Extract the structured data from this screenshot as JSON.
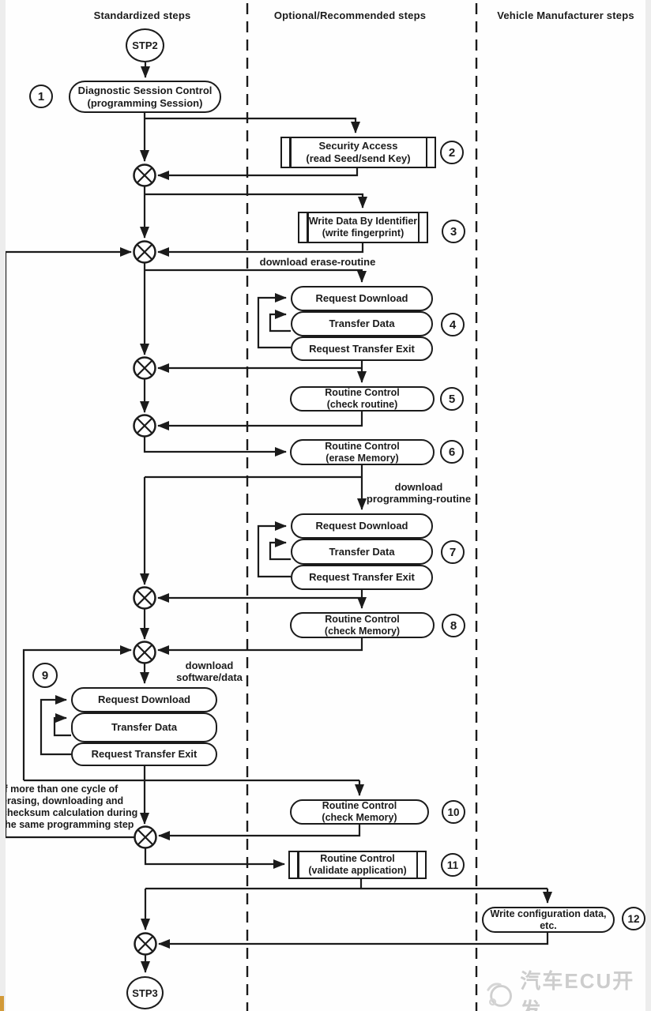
{
  "lanes": {
    "standardized": "Standardized steps",
    "optional": "Optional/Recommended steps",
    "vehicle": "Vehicle Manufacturer steps"
  },
  "terminals": {
    "start": "STP2",
    "end": "STP3"
  },
  "group_labels": {
    "request_download": "Request Download",
    "transfer_data": "Transfer Data",
    "request_transfer_exit": "Request Transfer Exit"
  },
  "nodes": {
    "diagnostic_session_control": {
      "line1": "Diagnostic Session Control",
      "line2": "(programming Session)",
      "step": "1"
    },
    "security_access": {
      "line1": "Security Access",
      "line2": "(read Seed/send Key)",
      "step": "2"
    },
    "write_data_by_identifier": {
      "line1": "Write Data By Identifier",
      "line2": "(write fingerprint)",
      "step": "3"
    },
    "erase_download_group": {
      "step": "4"
    },
    "routine_control_check_routine": {
      "line1": "Routine Control",
      "line2": "(check routine)",
      "step": "5"
    },
    "routine_control_erase_memory": {
      "line1": "Routine Control",
      "line2": "(erase Memory)",
      "step": "6"
    },
    "programming_download_group": {
      "step": "7"
    },
    "routine_control_check_memory_1": {
      "line1": "Routine Control",
      "line2": "(check Memory)",
      "step": "8"
    },
    "software_download_group": {
      "step": "9"
    },
    "routine_control_check_memory_2": {
      "line1": "Routine Control",
      "line2": "(check Memory)",
      "step": "10"
    },
    "routine_control_validate_application": {
      "line1": "Routine Control",
      "line2": "(validate application)",
      "step": "11"
    },
    "write_configuration_data": {
      "line1": "Write configuration data,",
      "line2": "etc.",
      "step": "12"
    }
  },
  "annotations": {
    "erase_routine": "download erase-routine",
    "programming_routine_line1": "download",
    "programming_routine_line2": "programming-routine",
    "software_data_line1": "download",
    "software_data_line2": "software/data",
    "loop_note_line1": "If more than one cycle of",
    "loop_note_line2": "erasing, downloading and",
    "loop_note_line3": "checksum calculation during",
    "loop_note_line4": "the same programming step"
  },
  "watermark": {
    "text": "汽车ECU开发"
  },
  "colors": {
    "line": "#1b1b1b",
    "background": "#fefefe",
    "edge_strip": "#ededed",
    "accent_bar": "#d29a38",
    "watermark": "#cdcdcd"
  }
}
